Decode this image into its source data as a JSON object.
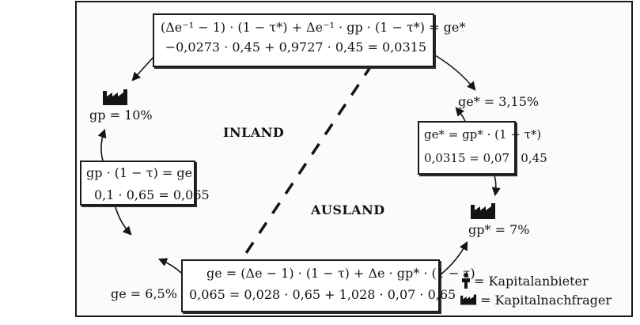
{
  "formulas": {
    "top": {
      "line1": "(Δe⁻¹ − 1) · (1 − τ*) + Δe⁻¹ · gp · (1 − τ*) = ge*",
      "line2": "−0,0273 · 0,45 + 0,9727 · 0,45 = 0,0315"
    },
    "right": {
      "line1": "ge* = gp* · (1 − τ*)",
      "line2": "0,0315 = 0,07 · 0,45"
    },
    "left": {
      "line1": "gp · (1 − τ) = ge",
      "line2": "0,1 · 0,65 = 0,065"
    },
    "bottom": {
      "line1": "ge = (Δe − 1) · (1 − τ) + Δe · gp* · (1 − τ)",
      "line2": "0,065 = 0,028 · 0,65 + 1,028 · 0,07 · 0,65"
    }
  },
  "nodes": {
    "gp_domestic": "gp = 10%",
    "ge_foreign": "ge* = 3,15%",
    "gp_foreign": "gp* = 7%",
    "ge_domestic": "ge = 6,5%"
  },
  "regions": {
    "domestic": "INLAND",
    "foreign": "AUSLAND"
  },
  "legend": {
    "capital_supplier": "= Kapitalanbieter",
    "capital_demander": "= Kapitalnachfrager"
  },
  "icons": {
    "capital_supplier": "person-icon",
    "capital_demander": "factory-icon"
  },
  "colors": {
    "ink": "#141414",
    "background": "#ffffff"
  }
}
